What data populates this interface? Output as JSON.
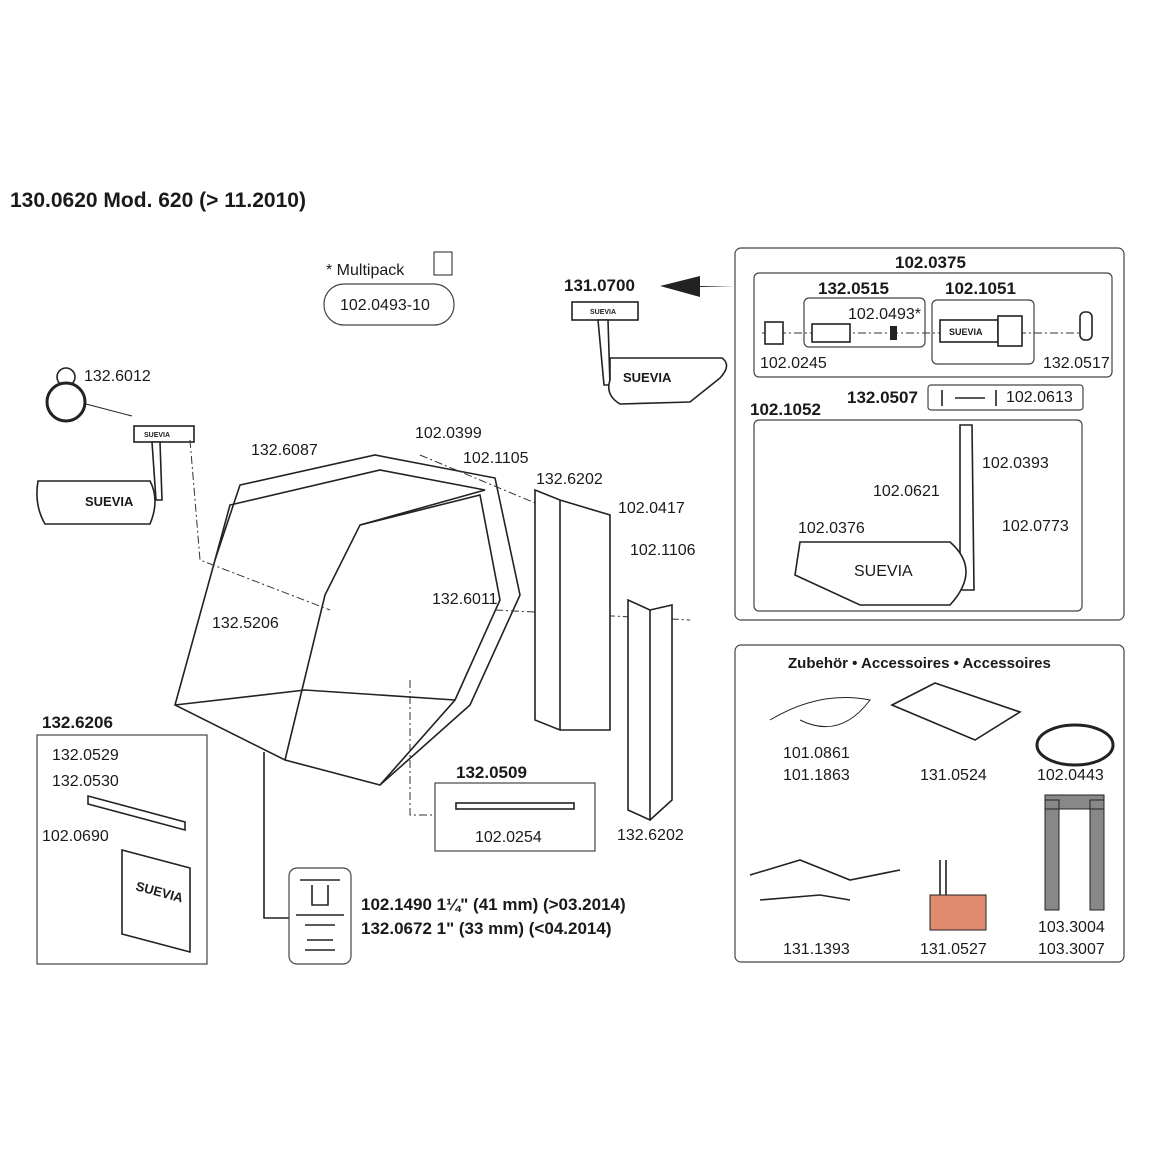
{
  "title": "130.0620 Mod. 620 (> 11.2010)",
  "multipack": {
    "label": "* Multipack",
    "part": "102.0493-10"
  },
  "brand": "SUEVIA",
  "main_parts": {
    "valve_ref": "131.0700",
    "ring": "132.6012",
    "frame": "132.6087",
    "screw": "102.0399",
    "washer": "102.1105",
    "bracket_top": "132.6202",
    "nut_a": "102.0417",
    "nut_b": "102.1106",
    "outlet": "132.6011",
    "rod": "132.5206",
    "bracket_bottom": "132.6202",
    "rod_set": "132.0509",
    "rod_nut": "102.0254"
  },
  "cover_set": {
    "title": "132.6206",
    "bolt": "132.0529",
    "washer": "132.0530",
    "rail": "102.0690"
  },
  "drain": {
    "line1": "102.1490 1¼\" (41 mm) (>03.2014)",
    "line2": "132.0672 1\" (33 mm) (<04.2014)"
  },
  "valve_box": {
    "title": "102.0375",
    "sub1": "132.0515",
    "sub1_part": "102.0493*",
    "sub2": "102.1051",
    "left_part": "102.0245",
    "right_part": "132.0517",
    "pin_set": "132.0507",
    "pin_part": "102.0613",
    "lever_set": "102.1052",
    "lever": "102.0393",
    "knob": "102.0621",
    "bolt": "102.0773",
    "float": "102.0376"
  },
  "accessories": {
    "title": "Zubehör • Accessoires • Accessoires",
    "items": [
      {
        "codes": [
          "101.0861",
          "101.1863"
        ]
      },
      {
        "codes": [
          "131.0524"
        ]
      },
      {
        "codes": [
          "102.0443"
        ]
      },
      {
        "codes": [
          "131.1393"
        ]
      },
      {
        "codes": [
          "131.0527"
        ]
      },
      {
        "codes": [
          "103.3004",
          "103.3007"
        ]
      }
    ]
  }
}
